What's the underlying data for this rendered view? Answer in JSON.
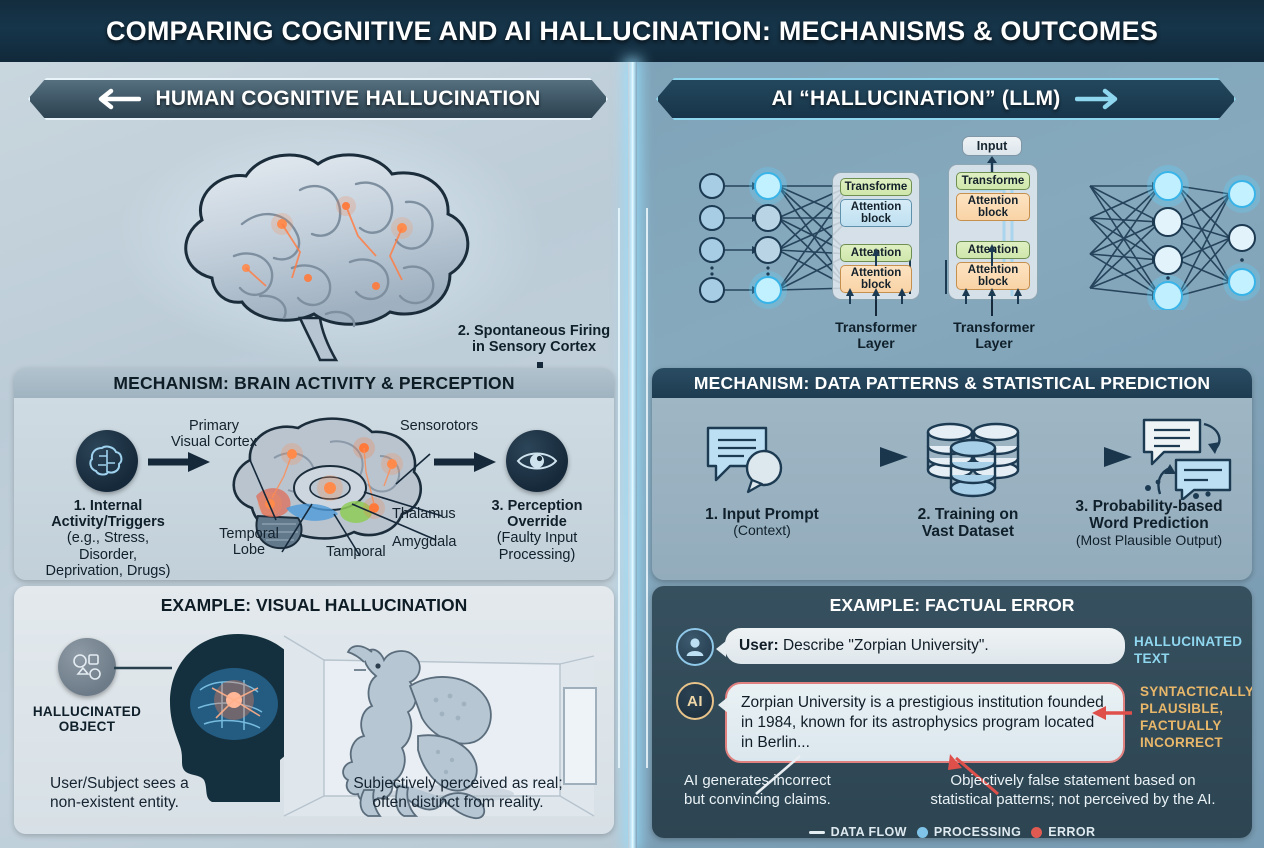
{
  "title": "COMPARING COGNITIVE AND AI HALLUCINATION: MECHANISMS & OUTCOMES",
  "colors": {
    "accent_cyan": "#8fd6ef",
    "error_red": "#e05a52",
    "processing_blue": "#7fc4e8",
    "data_flow": "#e3edf2",
    "hallucinated_tag": "#8fd6ef",
    "warning_amber": "#e8b76a"
  },
  "left_panel": {
    "header": "HUMAN COGNITIVE HALLUCINATION",
    "header_arrow": "arrow-left-icon",
    "hero": {
      "icon": "brain-illustration",
      "caption": ""
    },
    "callout": {
      "line1": "2. Spontaneous Firing",
      "line2": "in Sensory Cortex"
    },
    "mechanism": {
      "header": "MECHANISM: BRAIN ACTIVITY & PERCEPTION",
      "steps": [
        {
          "icon": "brain-icon",
          "title_line1": "1. Internal",
          "title_line2": "Activity/Triggers",
          "sub_line1": "(e.g., Stress, Disorder,",
          "sub_line2": "Deprivation, Drugs)"
        },
        {
          "icon": "eye-icon",
          "title_line1": "3. Perception",
          "title_line2": "Override",
          "sub_line1": "(Faulty Input",
          "sub_line2": "Processing)"
        }
      ],
      "anatomy_labels": [
        {
          "line1": "Primary",
          "line2": "Visual Cortex"
        },
        {
          "line1": "Sensorotors",
          "line2": ""
        },
        {
          "line1": "Thalamus",
          "line2": ""
        },
        {
          "line1": "Amygdala",
          "line2": ""
        },
        {
          "line1": "Temporal",
          "line2": "Lobe"
        },
        {
          "line1": "Tamporal",
          "line2": ""
        }
      ]
    },
    "example": {
      "header": "EXAMPLE: VISUAL HALLUCINATION",
      "object_label_line1": "HALLUCINATED",
      "object_label_line2": "OBJECT",
      "caption_left_line1": "User/Subject sees a",
      "caption_left_line2": "non-existent entity.",
      "caption_right_line1": "Subjectively perceived as real;",
      "caption_right_line2": "often distinct from reality."
    }
  },
  "right_panel": {
    "header": "AI “HALLUCINATION” (LLM)",
    "header_arrow": "arrow-right-icon",
    "network": {
      "input_label": "Input",
      "layer_caption_line1": "Transformer",
      "layer_caption_line2": "Layer",
      "blocks_left": [
        "Transforme",
        "Attention block",
        "Attention",
        "Attention block"
      ],
      "blocks_right": [
        "Transforme",
        "Attention block",
        "Attention",
        "Attention block"
      ]
    },
    "mechanism": {
      "header": "MECHANISM: DATA PATTERNS & STATISTICAL PREDICTION",
      "steps": [
        {
          "icon": "chat-bubbles-icon",
          "title_line1": "1. Input Prompt",
          "title_line2": "",
          "sub_line1": "(Context)",
          "sub_line2": ""
        },
        {
          "icon": "database-icon",
          "title_line1": "2. Training on",
          "title_line2": "Vast Dataset",
          "sub_line1": "",
          "sub_line2": ""
        },
        {
          "icon": "prediction-bubbles-icon",
          "title_line1": "3. Probability-based",
          "title_line2": "Word Prediction",
          "sub_line1": "(Most Plausible Output)",
          "sub_line2": ""
        }
      ]
    },
    "example": {
      "header": "EXAMPLE: FACTUAL ERROR",
      "messages": [
        {
          "speaker": "user",
          "avatar": "user-avatar-icon",
          "prefix": "User:",
          "text": " Describe \"Zorpian University\".",
          "tag_line1": "HALLUCINATED",
          "tag_line2": "TEXT"
        },
        {
          "speaker": "ai",
          "avatar": "AI",
          "prefix": "",
          "text": "Zorpian University is a prestigious institution founded in 1984, known for its astrophysics program located in Berlin...",
          "tag_line1": "SYNTACTICALLY",
          "tag_line2": "PLAUSIBLE,",
          "tag_line3": "FACTUALLY",
          "tag_line4": "INCORRECT"
        }
      ],
      "caption_left_line1": "AI generates incorrect",
      "caption_left_line2": "but convincing claims.",
      "caption_right_line1": "Objectively false statement based on",
      "caption_right_line2": "statistical patterns; not perceived by the AI."
    }
  },
  "legend": {
    "items": [
      {
        "marker": "dash",
        "label": "DATA FLOW"
      },
      {
        "marker": "dot-blue",
        "label": "PROCESSING"
      },
      {
        "marker": "dot-red",
        "label": "ERROR"
      }
    ]
  }
}
